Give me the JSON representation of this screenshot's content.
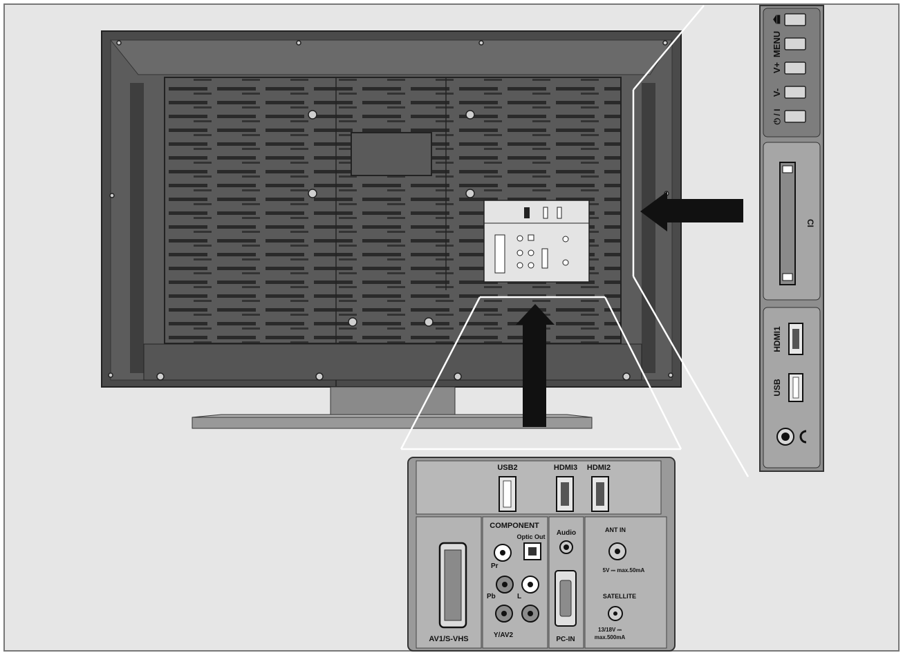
{
  "side_panel": {
    "buttons": [
      "⏏",
      "MENU",
      "V+",
      "V-",
      "⏻ / I"
    ],
    "ci_label": "CI",
    "hdmi1_label": "HDMI1",
    "usb_label": "USB",
    "headphone_icon": "headphone-icon"
  },
  "bottom_panel": {
    "usb2_label": "USB2",
    "hdmi3_label": "HDMI3",
    "hdmi2_label": "HDMI2",
    "component_label": "COMPONENT",
    "optic_out_label": "Optic Out",
    "pr_label": "Pr",
    "pb_label": "Pb",
    "l_label": "L",
    "yav2_label": "Y/AV2",
    "scart_label": "AV1/S-VHS",
    "audio_label": "Audio",
    "pcin_label": "PC-IN",
    "ant_label": "ANT IN",
    "ant_spec": "5V ⎓ max.50mA",
    "sat_label": "SATELLITE",
    "sat_spec_1": "13/18V ⎓",
    "sat_spec_2": "max.500mA"
  }
}
